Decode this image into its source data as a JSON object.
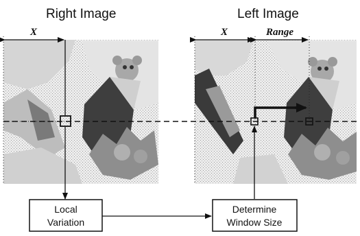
{
  "titles": {
    "right_image": "Right Image",
    "left_image": "Left Image"
  },
  "labels": {
    "x_right": "X",
    "x_left": "X",
    "range": "Range"
  },
  "boxes": {
    "local_variation": [
      "Local",
      "Variation"
    ],
    "determine_window": [
      "Determine",
      "Window Size"
    ]
  }
}
